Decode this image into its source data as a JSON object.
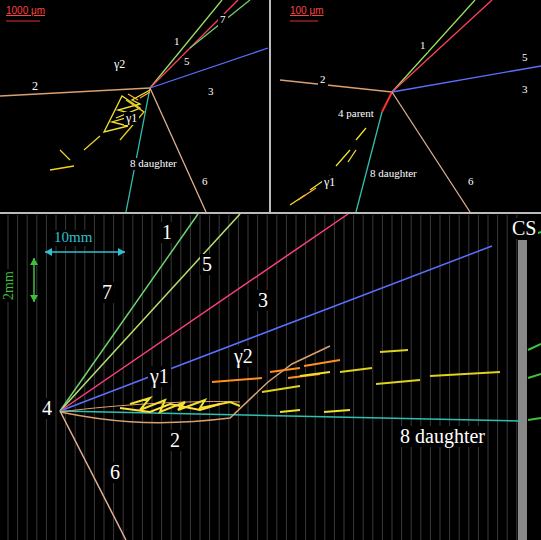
{
  "diagram": {
    "labels": [
      "1000 μm",
      "γ2",
      "1",
      "5",
      "7",
      "3",
      "2",
      "γ1",
      "8 daughter",
      "6",
      "100 μm",
      "1",
      "5",
      "3",
      "2",
      "4 parent",
      "γ1",
      "8 daughter",
      "6",
      "CS",
      "10mm",
      "2mm",
      "1",
      "7",
      "5",
      "3",
      "4",
      "γ1",
      "γ2",
      "2",
      "8 daughter",
      "6"
    ]
  }
}
